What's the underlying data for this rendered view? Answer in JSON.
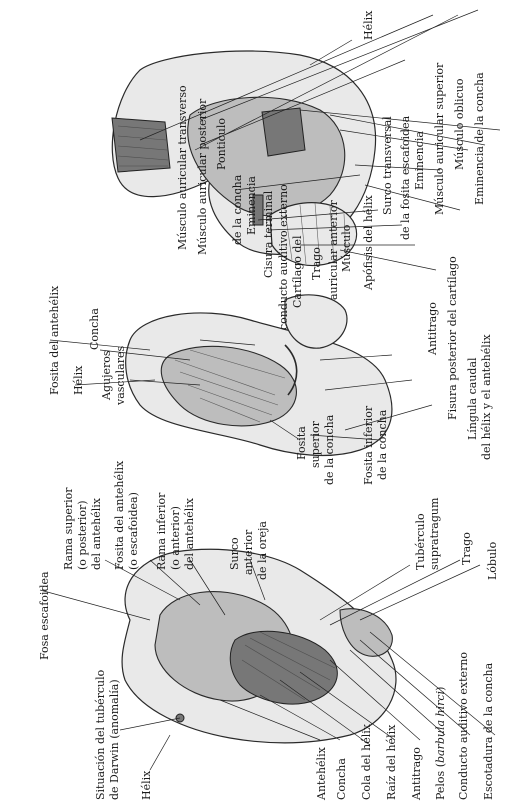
{
  "top": {
    "helix": "Hélix",
    "eminencia_concha_1": "Eminencia de la concha",
    "musculo_oblicuo": "Músculo oblicuo",
    "musculo_auricular_superior": "Músculo auricular superior",
    "eminencia_fosita_1": "Eminencia",
    "eminencia_fosita_2": "de la fosita escafoidea",
    "surco_transversal": "Surco transversal",
    "apofisis_helix": "Apófisis del hélix",
    "musculo_auricular_anterior_1": "Músculo",
    "musculo_auricular_anterior_2": "auricular anterior",
    "trago": "Trago",
    "cartilago_conducto_1": "Cartílago del",
    "cartilago_conducto_2": "conducto auditivo externo",
    "cisura_terminal": "Cisura terminal",
    "eminencia_concha_2a": "Eminencia",
    "eminencia_concha_2b": "de la concha",
    "ponticulo": "Ponticulo",
    "musculo_auricular_posterior": "Músculo auricular posterior",
    "musculo_auricular_transverso": "Músculo auricular transverso"
  },
  "middle": {
    "fosita_antehelix": "Fosita del antehélix",
    "helix": "Hélix",
    "concha": "Concha",
    "agujeros_1": "Agujeros",
    "agujeros_2": "vasculares",
    "antitrago": "Antitrago",
    "fisura_posterior": "Fisura posterior del cartílago",
    "lingula_1": "Língula caudal",
    "lingula_2": "del hélix y el antehélix",
    "fosita_superior_1": "Fosita",
    "fosita_superior_2": "superior",
    "fosita_superior_3": "de la concha",
    "fosita_inferior_1": "Fosita inferior",
    "fosita_inferior_2": "de la concha"
  },
  "bottom": {
    "fosa_escafoidea": "Fosa escafoidea",
    "rama_superior_1": "Rama superior",
    "rama_superior_2": "(o posterior)",
    "rama_superior_3": "del antehélix",
    "fosita_antehelix_1": "Fosita del antehélix",
    "fosita_antehelix_2": "(o escafoidea)",
    "rama_inferior_1": "Rama inferior",
    "rama_inferior_2": "(o anterior)",
    "rama_inferior_3": "del antehélix",
    "surco_anterior_1": "Surco",
    "surco_anterior_2": "anterior",
    "surco_anterior_3": "de la oreja",
    "tuberculo_1": "Tubérculo",
    "tuberculo_2": "supratragum",
    "trago": "Trago",
    "lobulo": "Lóbulo",
    "situacion_1": "Situación del tubérculo",
    "situacion_2": "de Darwin (anomalía)",
    "helix": "Hélix",
    "antehelix": "Antehélix",
    "concha": "Concha",
    "cola_helix": "Cola del hélix",
    "raiz_helix": "Raíz del hélix",
    "antitrago": "Antitrago",
    "pelos_prefix": "Pelos (",
    "pelos_italic": "barbula hirci",
    "pelos_suffix": ")",
    "conducto": "Conducto auditivo externo",
    "escotadura": "Escotadura de la concha"
  }
}
